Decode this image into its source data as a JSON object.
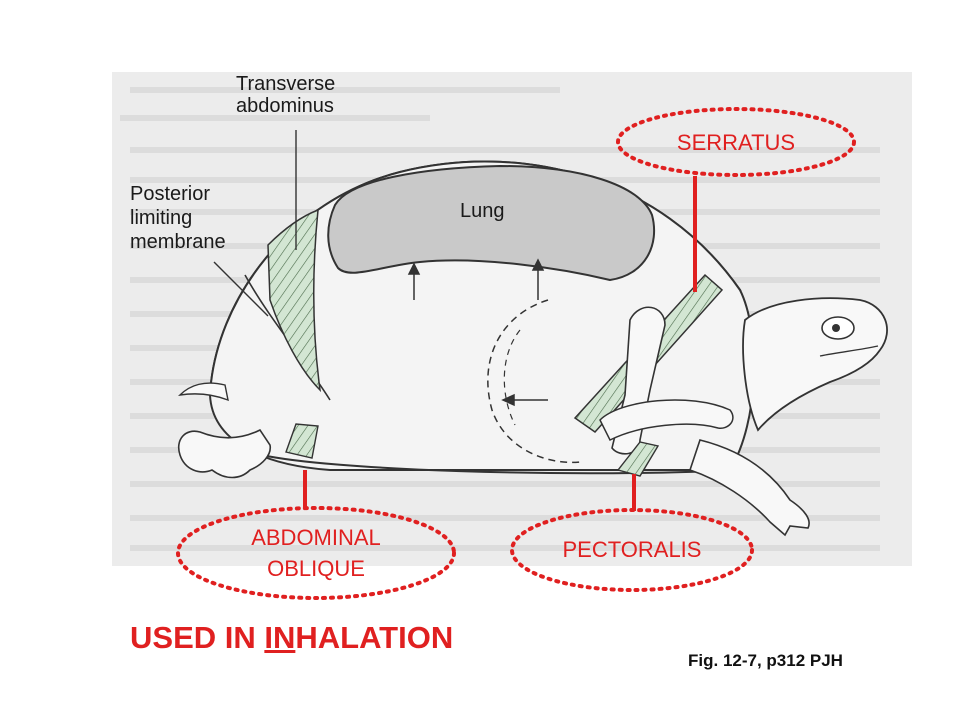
{
  "diagram": {
    "labels": {
      "transverse_abdominus": [
        "Transverse",
        "abdominus"
      ],
      "posterior_limiting_membrane": [
        "Posterior",
        "limiting",
        "membrane"
      ],
      "lung": "Lung"
    },
    "muscle_callouts": {
      "serratus": "SERRATUS",
      "abdominal_oblique": [
        "ABDOMINAL",
        "OBLIQUE"
      ],
      "pectoralis": "PECTORALIS"
    },
    "caption": {
      "before": "USED IN ",
      "emphasis": "IN",
      "after": "HALATION"
    },
    "figure_reference": "Fig. 12-7, p312 PJH"
  },
  "colors": {
    "callout_red": "#e02020",
    "muscle_green": "#cfe3cf",
    "lung_gray": "#c9c9c9",
    "scan_background": "#ececec",
    "outline": "#333333"
  }
}
